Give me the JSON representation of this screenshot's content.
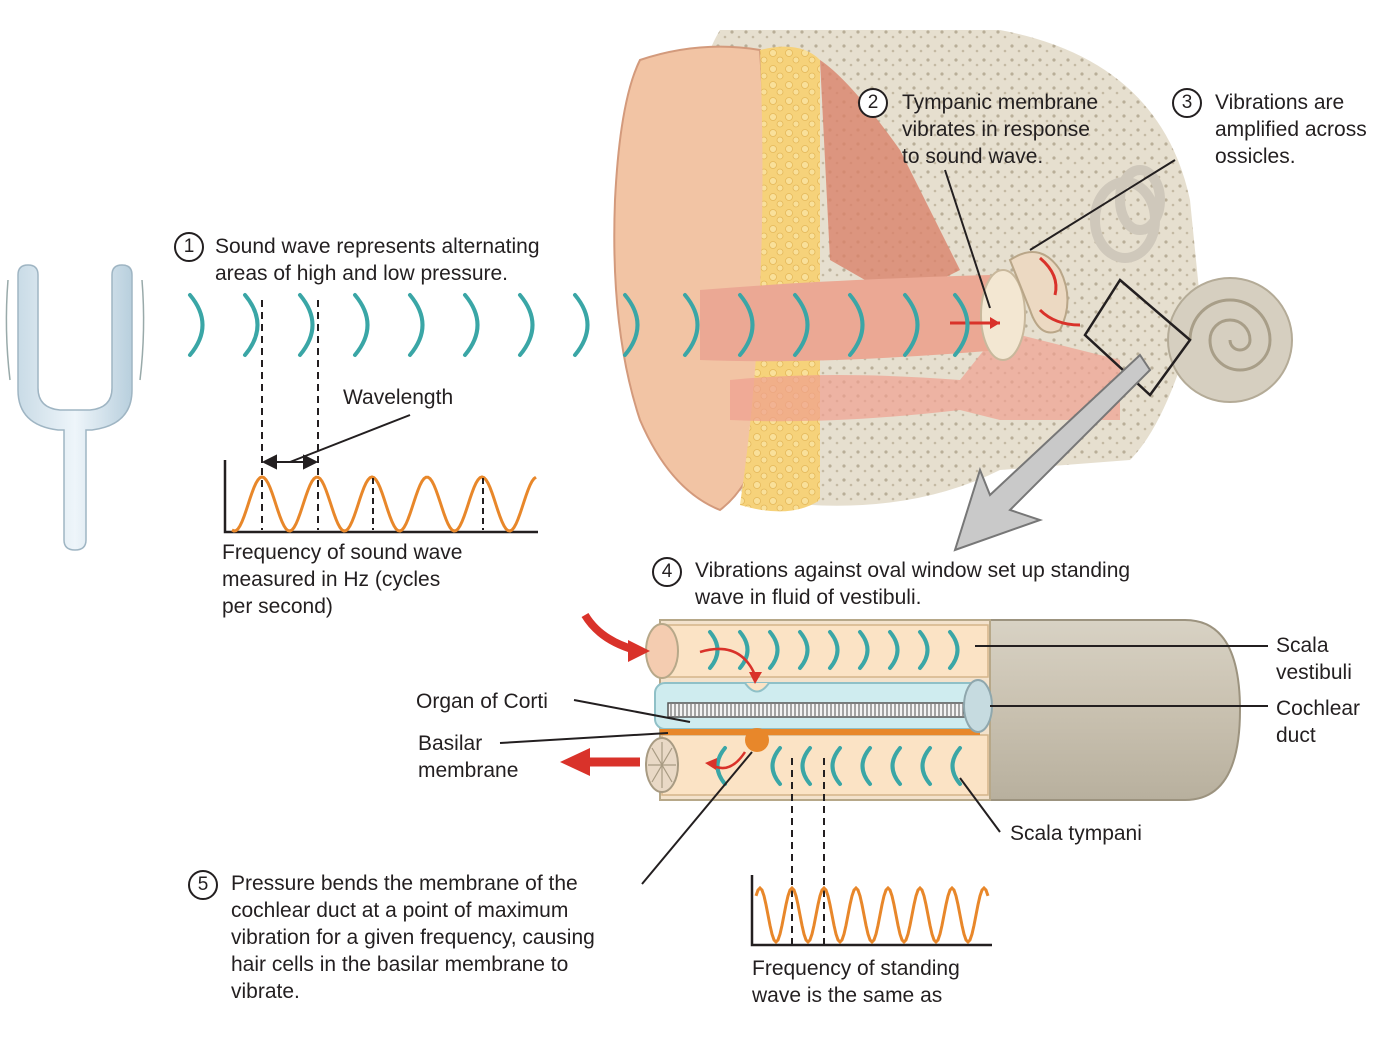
{
  "steps": [
    {
      "number": "1",
      "lines": [
        "Sound wave represents alternating",
        "areas of high and low pressure."
      ]
    },
    {
      "number": "2",
      "lines": [
        "Tympanic membrane",
        "vibrates in response",
        "to sound wave."
      ]
    },
    {
      "number": "3",
      "lines": [
        "Vibrations are",
        "amplified across",
        "ossicles."
      ]
    },
    {
      "number": "4",
      "lines": [
        "Vibrations against oval window set up standing",
        "wave in fluid of vestibuli."
      ]
    },
    {
      "number": "5",
      "lines": [
        "Pressure bends the membrane of the",
        "cochlear duct at a point of maximum",
        "vibration for a given frequency, causing",
        "hair cells in the basilar membrane to",
        "vibrate."
      ]
    }
  ],
  "labels": {
    "wavelength": "Wavelength",
    "frequency_sound": [
      "Frequency of sound wave",
      "measured in Hz (cycles",
      "per second)"
    ],
    "frequency_standing": [
      "Frequency of standing",
      "wave is the same as"
    ],
    "organ_of_corti": "Organ of Corti",
    "basilar_membrane": [
      "Basilar",
      "membrane"
    ],
    "scala_vestibuli": [
      "Scala",
      "vestibuli"
    ],
    "cochlear_duct": [
      "Cochlear",
      "duct"
    ],
    "scala_tympani": "Scala tympani"
  },
  "colors": {
    "wave_arc": "#3aa6a6",
    "orange_wave": "#e8872a",
    "arrow_red": "#d9322a",
    "skin": "#f2c4a4",
    "fat": "#f6d27a",
    "bone": "#e4dcc8",
    "cochlea_fluid": "#fbe3c5",
    "duct": "#cfecef",
    "tube_shell": "#cfc8b8",
    "line": "#231f20"
  },
  "icons": [
    "tuning-fork-icon",
    "ear-cross-section",
    "cochlea-tube"
  ]
}
